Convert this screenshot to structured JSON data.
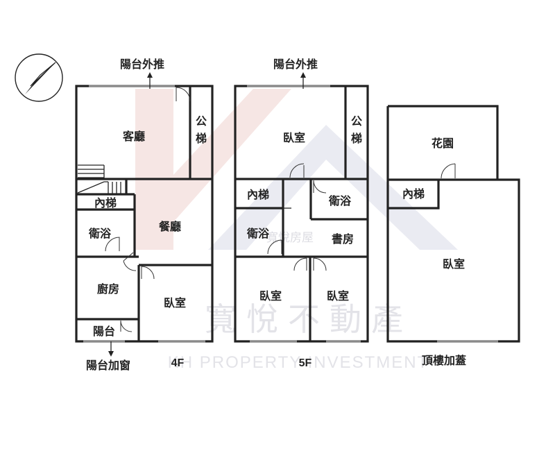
{
  "watermark": {
    "name_cn": "寬悅不動產",
    "name_en": "KH PROPERTY INVESTMENT",
    "small_mark": "寬悅房屋",
    "brand_colors": [
      "#f1d9d6",
      "#dfe0ea"
    ]
  },
  "compass": {
    "icon": "compass-north-arrow-icon"
  },
  "floors": [
    {
      "label": "4F",
      "top_note": "陽台外推",
      "bottom_note": "陽台加窗",
      "rooms": {
        "living": "客廳",
        "public_stairs": "公梯",
        "inner_stairs": "內梯",
        "bath": "衛浴",
        "dining": "餐廳",
        "kitchen": "廚房",
        "balcony": "陽台",
        "bedroom": "臥室"
      }
    },
    {
      "label": "5F",
      "top_note": "陽台外推",
      "rooms": {
        "bedroom_top": "臥室",
        "public_stairs": "公梯",
        "inner_stairs": "內梯",
        "bath_right": "衛浴",
        "bath_left": "衛浴",
        "study": "書房",
        "bedroom_left": "臥室",
        "bedroom_right": "臥室"
      }
    },
    {
      "label": "頂樓加蓋",
      "rooms": {
        "garden": "花園",
        "inner_stairs": "內梯",
        "bedroom": "臥室"
      }
    }
  ]
}
